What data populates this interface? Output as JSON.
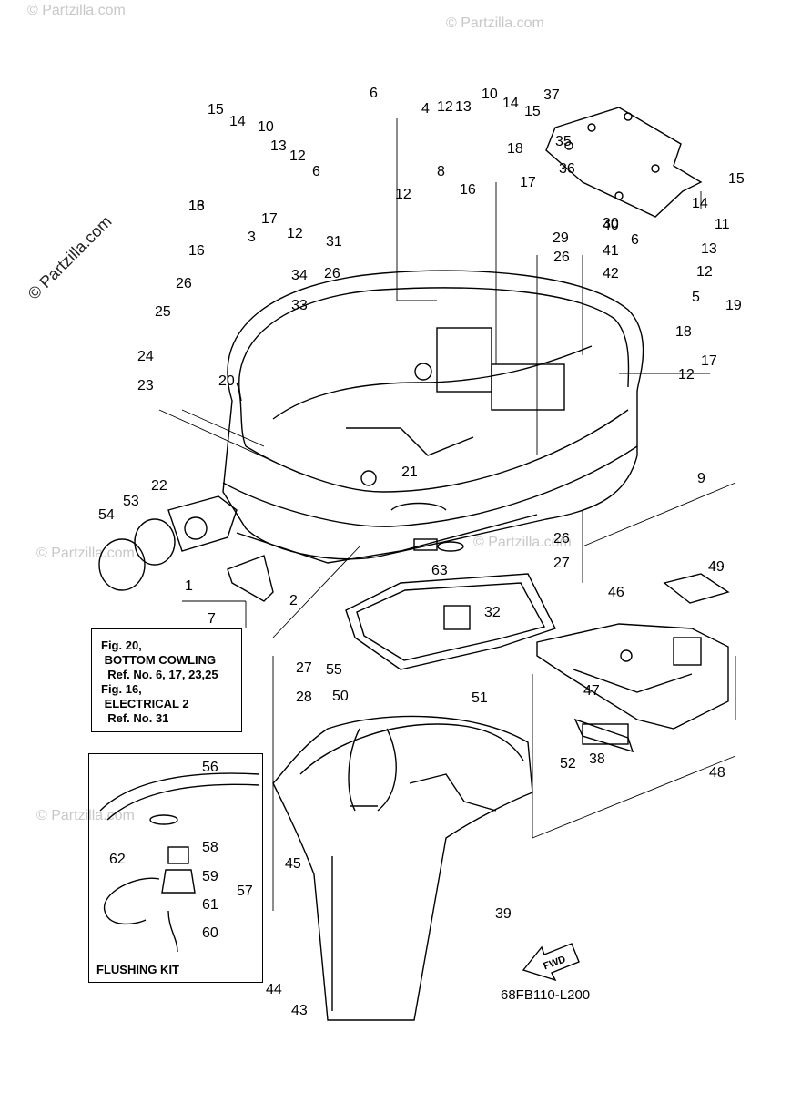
{
  "watermarks": [
    "© Partzilla.com",
    "© Partzilla.com",
    "© Partzilla.com",
    "© Partzilla.com",
    "© Partzilla.com",
    "© Partzilla.com"
  ],
  "diagram_code": "68FB110-L200",
  "fwd_label": "FWD",
  "reference_box": {
    "lines": [
      "Fig. 20,",
      " BOTTOM COWLING",
      "  Ref. No. 6, 17, 23,25",
      "Fig. 16,",
      " ELECTRICAL 2",
      "  Ref. No. 31"
    ]
  },
  "flushing_kit": {
    "title": "FLUSHING KIT"
  },
  "callouts": [
    {
      "id": "c1",
      "label": "1"
    },
    {
      "id": "c2",
      "label": "2"
    },
    {
      "id": "c3",
      "label": "3"
    },
    {
      "id": "c4",
      "label": "4"
    },
    {
      "id": "c5",
      "label": "5"
    },
    {
      "id": "c6a",
      "label": "6"
    },
    {
      "id": "c6b",
      "label": "6"
    },
    {
      "id": "c6c",
      "label": "6"
    },
    {
      "id": "c7",
      "label": "7"
    },
    {
      "id": "c8",
      "label": "8"
    },
    {
      "id": "c9",
      "label": "9"
    },
    {
      "id": "c10a",
      "label": "10"
    },
    {
      "id": "c10b",
      "label": "10"
    },
    {
      "id": "c11",
      "label": "11"
    },
    {
      "id": "c12a",
      "label": "12"
    },
    {
      "id": "c12b",
      "label": "12"
    },
    {
      "id": "c12c",
      "label": "12"
    },
    {
      "id": "c12d",
      "label": "12"
    },
    {
      "id": "c12e",
      "label": "12"
    },
    {
      "id": "c12f",
      "label": "12"
    },
    {
      "id": "c13a",
      "label": "13"
    },
    {
      "id": "c13b",
      "label": "13"
    },
    {
      "id": "c13c",
      "label": "13"
    },
    {
      "id": "c14a",
      "label": "14"
    },
    {
      "id": "c14b",
      "label": "14"
    },
    {
      "id": "c14c",
      "label": "14"
    },
    {
      "id": "c15a",
      "label": "15"
    },
    {
      "id": "c15b",
      "label": "15"
    },
    {
      "id": "c15c",
      "label": "15"
    },
    {
      "id": "c16a",
      "label": "16"
    },
    {
      "id": "c16b",
      "label": "16"
    },
    {
      "id": "c16c",
      "label": "16"
    },
    {
      "id": "c17a",
      "label": "17"
    },
    {
      "id": "c17b",
      "label": "17"
    },
    {
      "id": "c17c",
      "label": "17"
    },
    {
      "id": "c18a",
      "label": "18"
    },
    {
      "id": "c18b",
      "label": "18"
    },
    {
      "id": "c18c",
      "label": "18"
    },
    {
      "id": "c19",
      "label": "19"
    },
    {
      "id": "c20",
      "label": "20"
    },
    {
      "id": "c21",
      "label": "21"
    },
    {
      "id": "c22",
      "label": "22"
    },
    {
      "id": "c23",
      "label": "23"
    },
    {
      "id": "c24",
      "label": "24"
    },
    {
      "id": "c25",
      "label": "25"
    },
    {
      "id": "c26a",
      "label": "26"
    },
    {
      "id": "c26b",
      "label": "26"
    },
    {
      "id": "c26c",
      "label": "26"
    },
    {
      "id": "c26d",
      "label": "26"
    },
    {
      "id": "c27a",
      "label": "27"
    },
    {
      "id": "c27b",
      "label": "27"
    },
    {
      "id": "c28",
      "label": "28"
    },
    {
      "id": "c29",
      "label": "29"
    },
    {
      "id": "c30",
      "label": "30"
    },
    {
      "id": "c31",
      "label": "31"
    },
    {
      "id": "c32",
      "label": "32"
    },
    {
      "id": "c33",
      "label": "33"
    },
    {
      "id": "c34",
      "label": "34"
    },
    {
      "id": "c35",
      "label": "35"
    },
    {
      "id": "c36",
      "label": "36"
    },
    {
      "id": "c37",
      "label": "37"
    },
    {
      "id": "c38",
      "label": "38"
    },
    {
      "id": "c39",
      "label": "39"
    },
    {
      "id": "c40",
      "label": "40"
    },
    {
      "id": "c41",
      "label": "41"
    },
    {
      "id": "c42",
      "label": "42"
    },
    {
      "id": "c43",
      "label": "43"
    },
    {
      "id": "c44",
      "label": "44"
    },
    {
      "id": "c45",
      "label": "45"
    },
    {
      "id": "c46",
      "label": "46"
    },
    {
      "id": "c47",
      "label": "47"
    },
    {
      "id": "c48",
      "label": "48"
    },
    {
      "id": "c49",
      "label": "49"
    },
    {
      "id": "c50",
      "label": "50"
    },
    {
      "id": "c51",
      "label": "51"
    },
    {
      "id": "c52",
      "label": "52"
    },
    {
      "id": "c53",
      "label": "53"
    },
    {
      "id": "c54",
      "label": "54"
    },
    {
      "id": "c55",
      "label": "55"
    },
    {
      "id": "c56",
      "label": "56"
    },
    {
      "id": "c57",
      "label": "57"
    },
    {
      "id": "c58",
      "label": "58"
    },
    {
      "id": "c59",
      "label": "59"
    },
    {
      "id": "c60",
      "label": "60"
    },
    {
      "id": "c61",
      "label": "61"
    },
    {
      "id": "c62",
      "label": "62"
    },
    {
      "id": "c63",
      "label": "63"
    }
  ]
}
